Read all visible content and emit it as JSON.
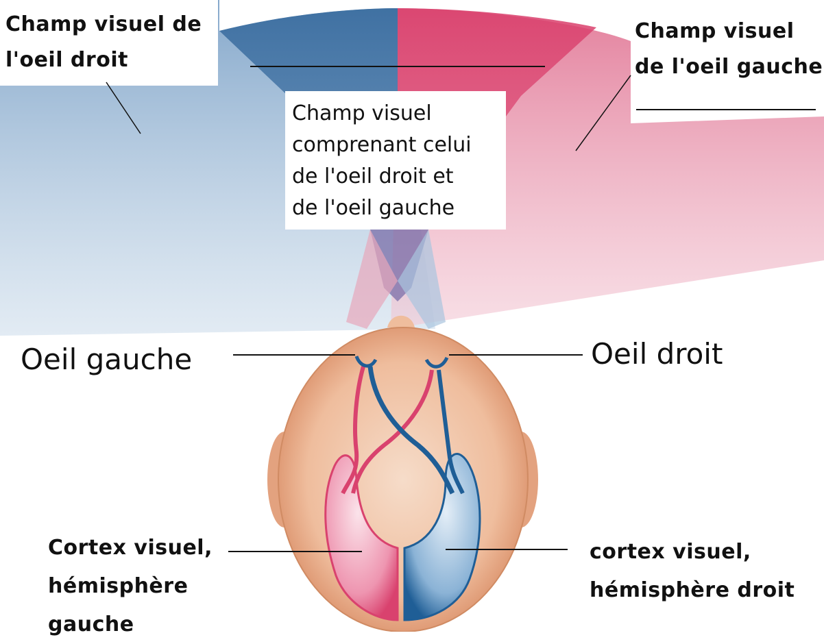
{
  "labels": {
    "right_eye_field": "Champ visuel de\nl'oeil droit",
    "left_eye_field": "Champ visuel\nde l'oeil gauche",
    "binocular_field": "Champ visuel\ncomprenant celui\nde l'oeil droit et\nde l'oeil gauche",
    "left_eye": "Oeil gauche",
    "right_eye": "Oeil droit",
    "left_cortex": "Cortex visuel,\nhémisphère\ngauche",
    "right_cortex": "cortex visuel,\nhémisphère droit"
  },
  "colors": {
    "blue_field": "#3f6e9e",
    "pink_field": "#d9426e",
    "skin": "#e9a883",
    "blue_nerve": "#1f5e96",
    "pink_nerve": "#d9426e"
  }
}
